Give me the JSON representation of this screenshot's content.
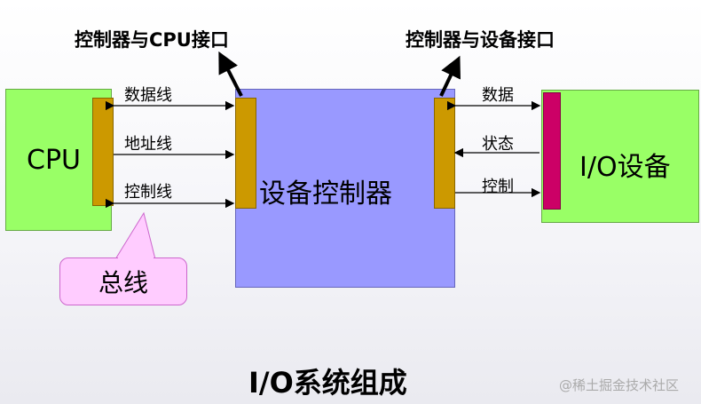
{
  "cpu_interface_label": "控制器与CPU接口",
  "device_interface_label": "控制器与设备接口",
  "cpu_label": "CPU",
  "controller_label": "设备控制器",
  "io_device_label": "I/O设备",
  "bus_lines": [
    "数据线",
    "地址线",
    "控制线"
  ],
  "device_lines": [
    "数据",
    "状态",
    "控制"
  ],
  "bus_callout": "总线",
  "caption": "I/O系统组成",
  "watermark": "@稀土掘金技术社区",
  "colors": {
    "green_box": "#99ff66",
    "controller": "#9999ff",
    "port": "#cc9900",
    "io_port": "#cc0066",
    "callout": "#ffccff"
  }
}
